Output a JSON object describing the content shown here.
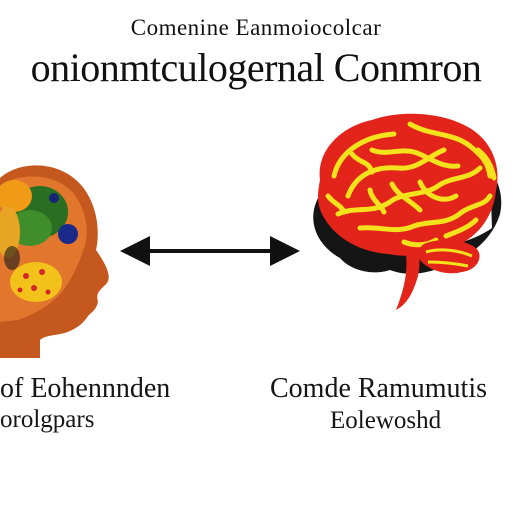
{
  "title": {
    "line1": "Comenine Eanmoiocolcar",
    "line2": "onionmtculogernal Conmron"
  },
  "left_caption": {
    "line1": "of Eohennnden",
    "line2": "orolgpars"
  },
  "right_caption": {
    "line1": "Comde Ramumutis",
    "line2": "Eolewoshd"
  },
  "colors": {
    "brain_red": "#e2241a",
    "brain_yellow": "#f4e21c",
    "head_brown": "#c2571f",
    "arrow": "#111111"
  },
  "icons": {
    "left_figure": "head-profile-with-food-icon",
    "right_figure": "brain-icon",
    "connector": "double-headed-arrow-icon"
  }
}
